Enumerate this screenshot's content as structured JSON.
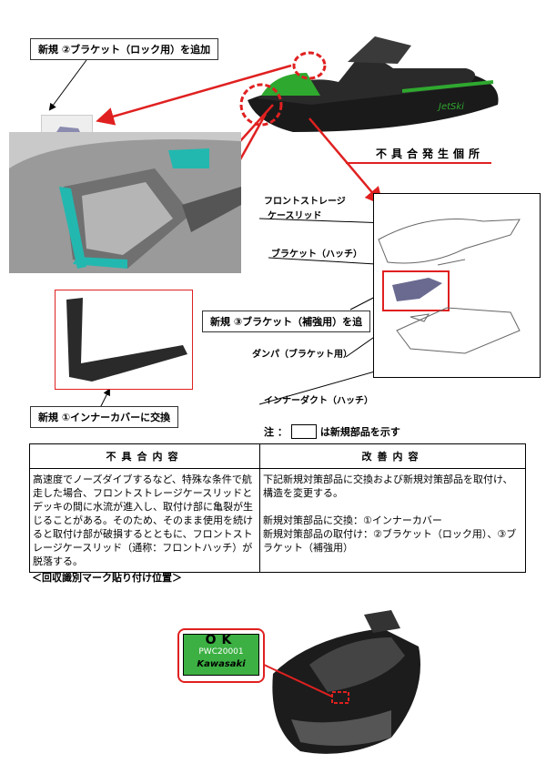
{
  "labels": {
    "bracket_lock": "新規 ②ブラケット（ロック用）を追加",
    "defect_location": "不具合発生個所",
    "inner_cover": "新規 ①インナーカバーに交換",
    "bracket_reinforce": "新規 ③ブラケット（補強用）を追",
    "lid_line1": "フロントストレージ",
    "lid_line2": "ケースリッド",
    "bracket_hatch": "ブラケット（ハッチ）",
    "damper": "ダンパ（ブラケット用）",
    "inner_duct": "インナーダクト（ハッチ）",
    "note_prefix": "注 ：",
    "note_suffix": "は新規部品を示す"
  },
  "table": {
    "headers": [
      "不具合内容",
      "改善内容"
    ],
    "defect": "高速度でノーズダイブするなど、特殊な条件で航走した場合、フロントストレージケースリッドとデッキの間に水流が進入し、取付け部に亀裂が生じることがある。そのため、そのまま使用を続けると取付け部が破損するとともに、フロントストレージケースリッド（通称：フロントハッチ）が脱落する。",
    "fix_line1": "下記新規対策部品に交換および新規対策部品を取付け、構造を変更する。",
    "fix_line2": "新規対策部品に交換：①インナーカバー",
    "fix_line3": "新規対策部品の取付け：②ブラケット（ロック用）、③ブラケット（補強用）"
  },
  "mark_title": "＜回収識別マーク貼り付け位置＞",
  "sticker": {
    "ok": "OK",
    "code": "PWC20001",
    "brand": "Kawasaki"
  },
  "watercraft_logo": "JetSki",
  "colors": {
    "red": "#e02020",
    "green": "#2fa82f",
    "teal": "#22b8b0"
  }
}
